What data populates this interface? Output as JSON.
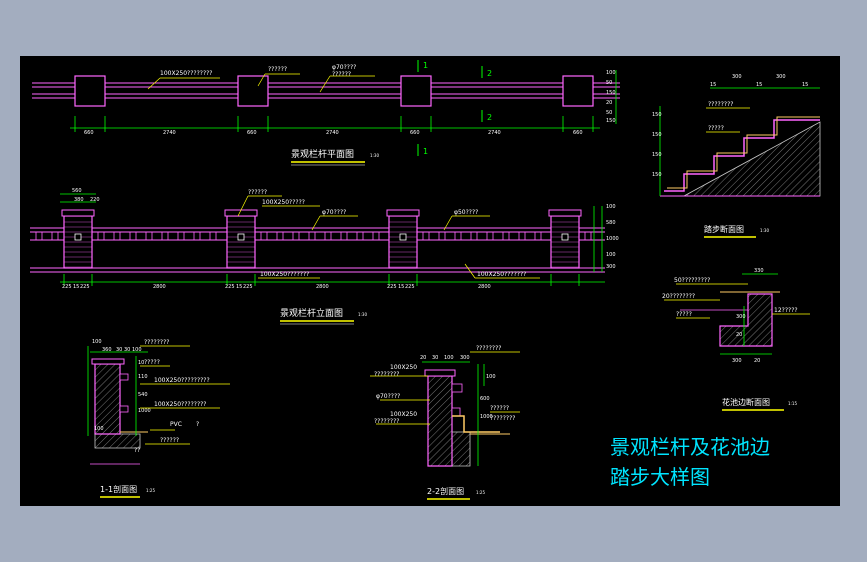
{
  "colors": {
    "background": "#a3adbf",
    "sheet": "#000000",
    "outline": "#ff66ff",
    "dimension": "#00ff00",
    "text": "#ffffff",
    "title": "#00e5ff",
    "label_line": "#ffff00",
    "hatch": "#c8c8c8"
  },
  "title": {
    "line1": "景观栏杆及花池边",
    "line2": "踏步大样图"
  },
  "plan": {
    "title": "景观栏杆平面图",
    "scale": "1:30",
    "dims": [
      "660",
      "2740",
      "660",
      "2740",
      "660",
      "2740",
      "660"
    ],
    "note1": "100X250????????",
    "note2": "??????",
    "note3": "φ70????",
    "note4": "??????",
    "mark1": "1",
    "mark2": "2",
    "side_dims": [
      "100",
      "50",
      "150",
      "20",
      "50",
      "150"
    ]
  },
  "elevation": {
    "title": "景观栏杆立面图",
    "scale": "1:30",
    "top_dims": [
      "560",
      "380",
      "220"
    ],
    "bottom_dims": [
      "225",
      "15",
      "225",
      "2800",
      "225",
      "15",
      "225",
      "2800",
      "225",
      "15",
      "225",
      "2800"
    ],
    "note1": "??????",
    "note2": "100X250?????",
    "note3": "φ70????",
    "note4": "φ50????",
    "note5": "100X250???????",
    "note6": "100X250???????",
    "side_dims": [
      "100",
      "580",
      "1000",
      "100",
      "300"
    ]
  },
  "stair": {
    "title": "踏步断面图",
    "scale": "1:30",
    "top_dims": [
      "15",
      "300",
      "15",
      "300",
      "15"
    ],
    "notes": [
      "????????",
      "?????"
    ],
    "side_dims": [
      "150",
      "150",
      "150",
      "150"
    ]
  },
  "flowerbed": {
    "title": "花池边断面图",
    "scale": "1:15",
    "top_dim": "330",
    "notes": [
      "50?????????",
      "20????????",
      "?????",
      "12?????"
    ],
    "dims": [
      "300",
      "20",
      "300",
      "20"
    ]
  },
  "section1": {
    "title": "1-1剖面图",
    "scale": "1:25",
    "top_dims": [
      "100",
      "360",
      "30",
      "30",
      "100"
    ],
    "notes": [
      "????????",
      "?????",
      "100X250?????????",
      "100X250????????",
      "PVC",
      "?",
      "??????",
      "??"
    ],
    "side_dims": [
      "10",
      "110",
      "540",
      "1000",
      "100"
    ]
  },
  "section2": {
    "title": "2-2剖面图",
    "scale": "1:25",
    "top_dims": [
      "20",
      "30",
      "100",
      "300"
    ],
    "notes": [
      "????????",
      "100X250",
      "????????",
      "φ70????",
      "??????",
      "100X250",
      "????????",
      "????????"
    ],
    "side_dims": [
      "100",
      "600",
      "1000"
    ]
  }
}
